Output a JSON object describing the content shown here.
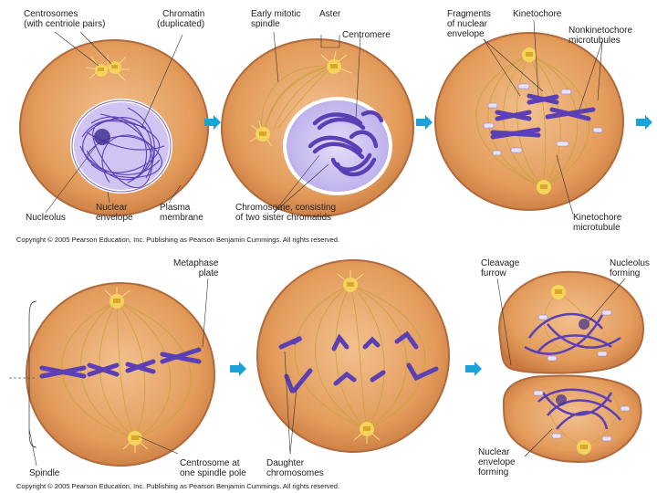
{
  "labels": {
    "centrosomes": "Centrosomes\n(with centriole pairs)",
    "chromatin": "Chromatin\n(duplicated)",
    "early_spindle": "Early mitotic\nspindle",
    "aster": "Aster",
    "centromere": "Centromere",
    "fragments": "Fragments\nof nuclear\nenvelope",
    "kinetochore": "Kinetochore",
    "nonkinetochore": "Nonkinetochore\nmicrotubules",
    "nucleolus": "Nucleolus",
    "nuclear_envelope": "Nuclear\nenvelope",
    "plasma_membrane": "Plasma\nmembrane",
    "chromosome": "Chromosome, consisting\nof two sister chromatids",
    "kinetochore_mt": "Kinetochore\nmicrotubule",
    "metaphase_plate": "Metaphase\nplate",
    "cleavage_furrow": "Cleavage\nfurrow",
    "nucleolus_forming": "Nucleolus\nforming",
    "spindle": "Spindle",
    "centrosome_pole": "Centrosome at\none spindle pole",
    "daughter_chromosomes": "Daughter\nchromosomes",
    "nuclear_envelope_forming": "Nuclear\nenvelope\nforming"
  },
  "copyright": "Copyright © 2005 Pearson Education, Inc. Publishing as Pearson Benjamin Cummings. All rights reserved.",
  "colors": {
    "cytoplasm": "#e8a466",
    "cytoplasm_edge": "#b5683a",
    "chromosome": "#5b3fb5",
    "nucleus": "#d6cff3",
    "spindle": "#c9a23a",
    "centrosome": "#f4d45a",
    "arrow": "#1aa3d9"
  }
}
